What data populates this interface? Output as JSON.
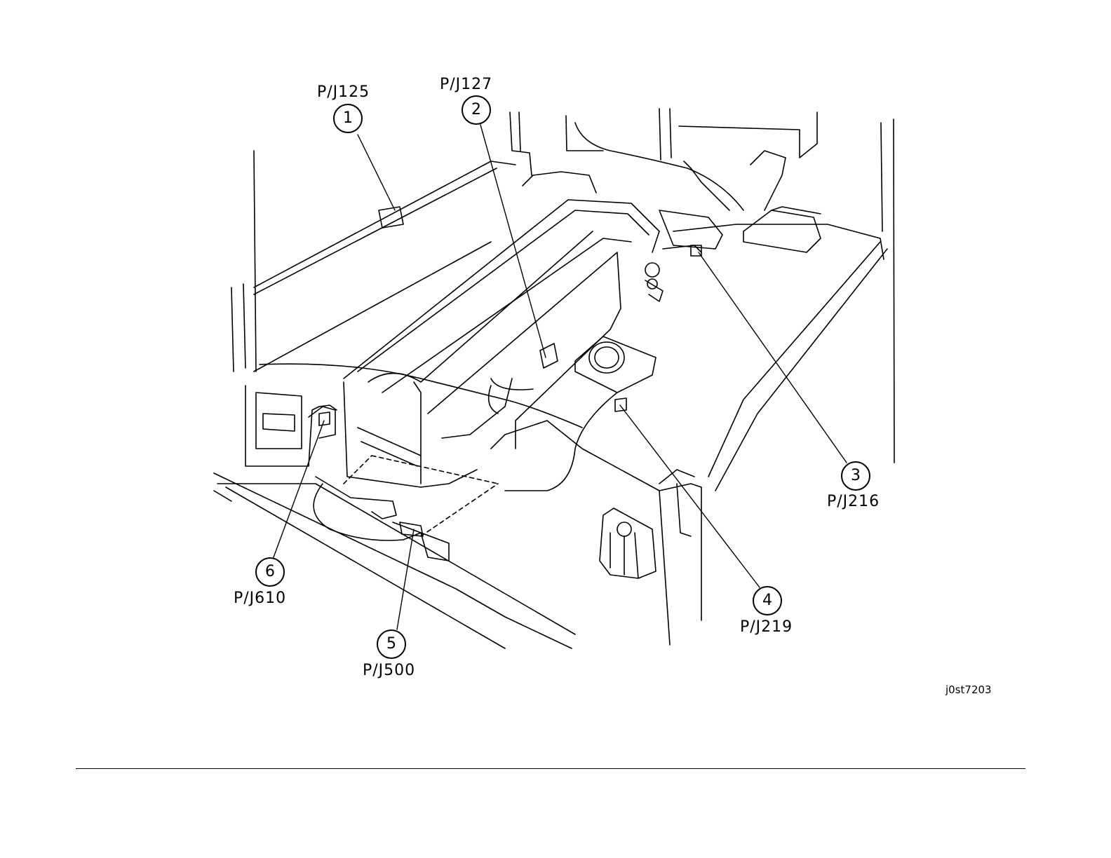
{
  "callouts": [
    {
      "number": "1",
      "label": "P/J125"
    },
    {
      "number": "2",
      "label": "P/J127"
    },
    {
      "number": "3",
      "label": "P/J216"
    },
    {
      "number": "4",
      "label": "P/J219"
    },
    {
      "number": "5",
      "label": "P/J500"
    },
    {
      "number": "6",
      "label": "P/J610"
    }
  ],
  "figure_id": "j0st7203"
}
